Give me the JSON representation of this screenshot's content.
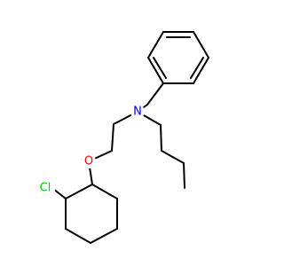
{
  "atoms": {
    "N": {
      "symbol": "N",
      "color": "#0000ff"
    },
    "O": {
      "symbol": "O",
      "color": "#ff0000"
    },
    "Cl": {
      "symbol": "Cl",
      "color": "#00cc00"
    }
  }
}
